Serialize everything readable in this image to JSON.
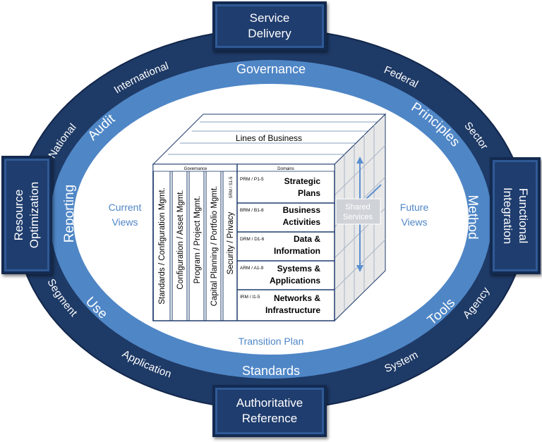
{
  "boxes": {
    "top": [
      "Service",
      "Delivery"
    ],
    "bottom": [
      "Authoritative",
      "Reference"
    ],
    "left": [
      "Resource",
      "Optimization"
    ],
    "right": [
      "Functional",
      "Integration"
    ]
  },
  "outer_ring": {
    "international": "International",
    "national": "National",
    "federal": "Federal",
    "sector": "Sector",
    "segment": "Segment",
    "application": "Application",
    "system": "System",
    "agency": "Agency"
  },
  "middle_ring": {
    "governance": "Governance",
    "audit": "Audit",
    "principles": "Principles",
    "reporting": "Reporting",
    "method": "Method",
    "use": "Use",
    "tools": "Tools",
    "standards": "Standards"
  },
  "inner": {
    "current_views": [
      "Current",
      "Views"
    ],
    "future_views": [
      "Future",
      "Views"
    ],
    "transition_plan": "Transition Plan"
  },
  "cube": {
    "lines_of_business": "Lines of Business",
    "governance_header": "Governance",
    "domains_header": "Domains",
    "governance_columns": [
      "Standards / Configuration Mgmt.",
      "Configuration / Asset Mgmt.",
      "Program / Project Mgmt.",
      "Capital Planning / Portfolio Mgmt.",
      "Security / Privacy"
    ],
    "srm_code": "SRM / S1-5",
    "domains": [
      {
        "code": "PRM / P1-5",
        "title": [
          "Strategic",
          "Plans"
        ]
      },
      {
        "code": "BRM / B1-8",
        "title": [
          "Business",
          "Activities"
        ]
      },
      {
        "code": "DRM / D1-6",
        "title": [
          "Data &",
          "Information"
        ]
      },
      {
        "code": "ARM / A1-9",
        "title": [
          "Systems &",
          "Applications"
        ]
      },
      {
        "code": "IRM / I1-5",
        "title": [
          "Networks &",
          "Infrastructure"
        ]
      }
    ],
    "shared_services": [
      "Shared",
      "Services"
    ]
  },
  "colors": {
    "outer_ring": "#1e3a66",
    "middle_ring": "#4f86c6",
    "inner_text": "#4f86c6",
    "box_fill": "#1f3d6e",
    "cube_line": "#1f3d6e",
    "arrow": "#5b8fd0"
  }
}
